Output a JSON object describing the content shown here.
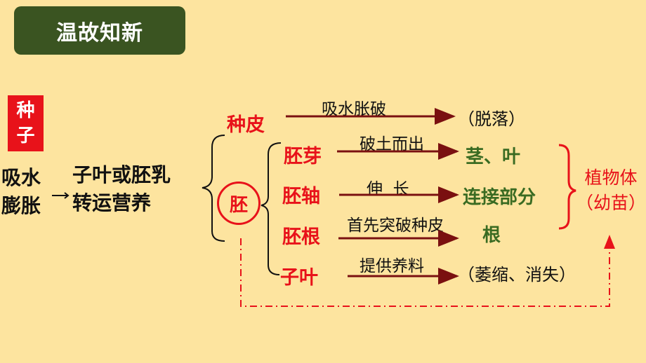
{
  "title": "温故知新",
  "seed": {
    "char1": "种",
    "char2": "子"
  },
  "left": {
    "step1_line1": "吸水",
    "step1_line2": "膨胀",
    "step2_line1": "子叶或胚乳",
    "step2_line2": "转运营养"
  },
  "parts": {
    "seed_coat": "种皮",
    "embryo": "胚",
    "plumule": "胚芽",
    "hypocotyl": "胚轴",
    "radicle": "胚根",
    "cotyledon": "子叶"
  },
  "processes": {
    "seed_coat": "吸水胀破",
    "plumule": "破土而出",
    "hypocotyl": "伸  长",
    "radicle": "首先突破种皮",
    "cotyledon": "提供养料"
  },
  "results": {
    "seed_coat": "（脱落）",
    "plumule": "茎、叶",
    "hypocotyl": "连接部分",
    "radicle": "根",
    "cotyledon": "（萎缩、消失）"
  },
  "outcome": {
    "line1": "植物体",
    "line2": "（幼苗）"
  },
  "colors": {
    "background": "#fde49f",
    "title_bg": "#3a5421",
    "red": "#e8121a",
    "green": "#3a6b22",
    "arrow": "#7a1010"
  }
}
